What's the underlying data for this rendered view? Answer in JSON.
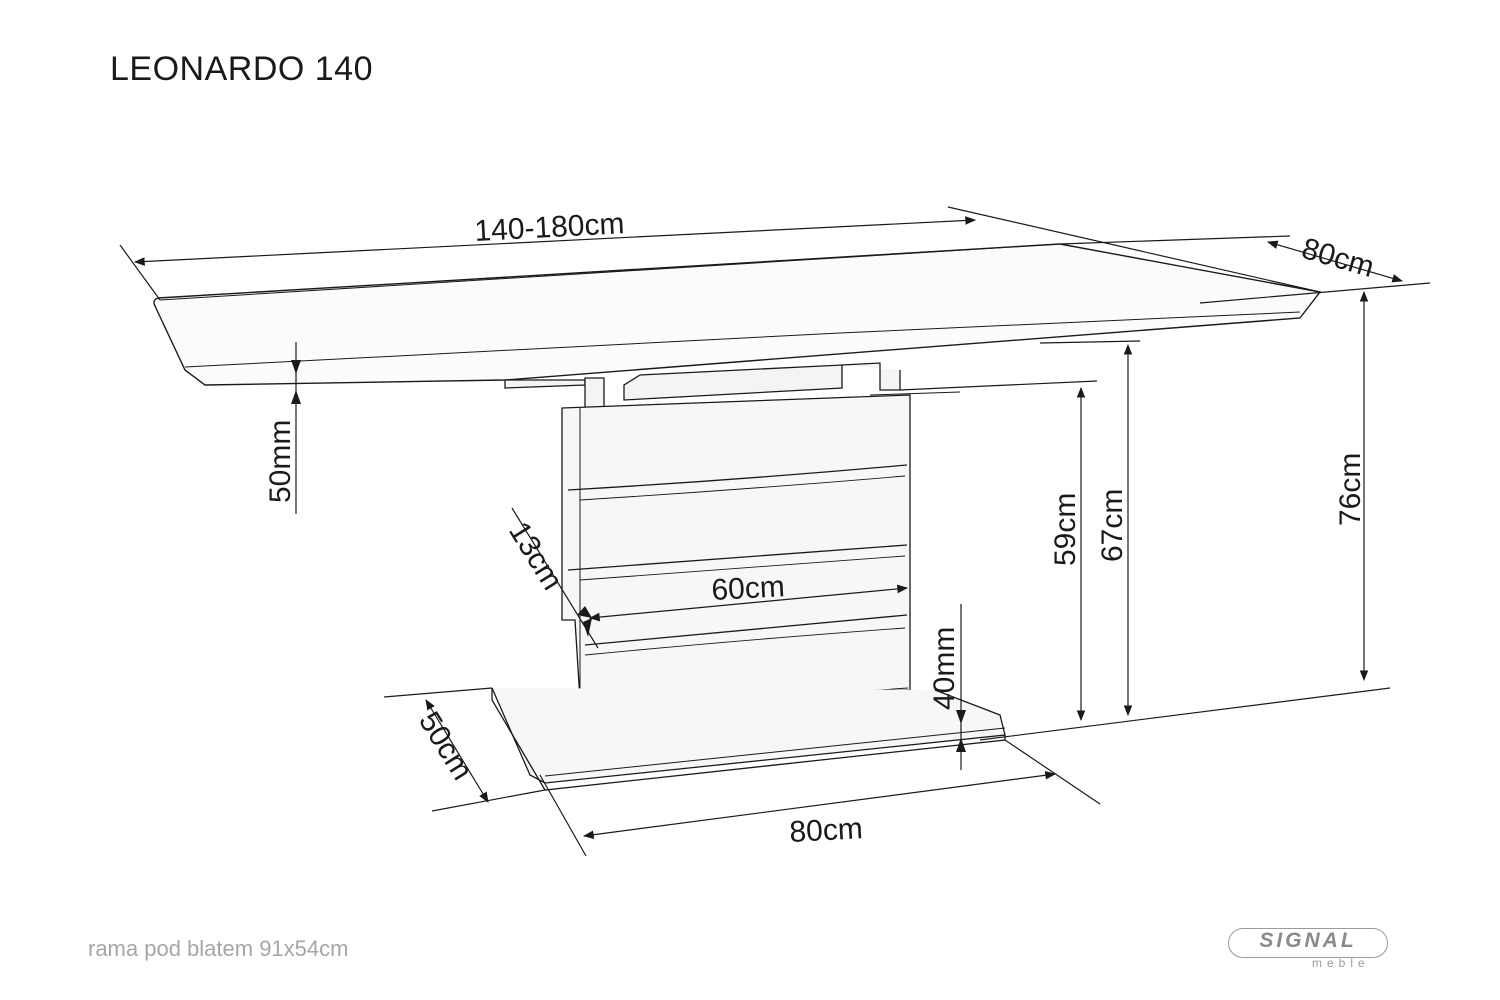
{
  "header": {
    "title": "LEONARDO 140"
  },
  "drawing": {
    "subject": "extendable dining table technical sketch",
    "dimensions": {
      "top_length": "140-180cm",
      "top_depth": "80cm",
      "top_thickness": "50mm",
      "pedestal_depth": "13cm",
      "pedestal_width": "60cm",
      "base_thickness": "40mm",
      "base_depth": "50cm",
      "base_width": "80cm",
      "height_to_frame": "59cm",
      "height_to_top_underside": "67cm",
      "total_height": "76cm"
    },
    "line_color": "#1a1a1a"
  },
  "footer": {
    "note": "rama pod blatem 91x54cm",
    "brand": "SIGNAL",
    "brand_sub": "meble"
  }
}
